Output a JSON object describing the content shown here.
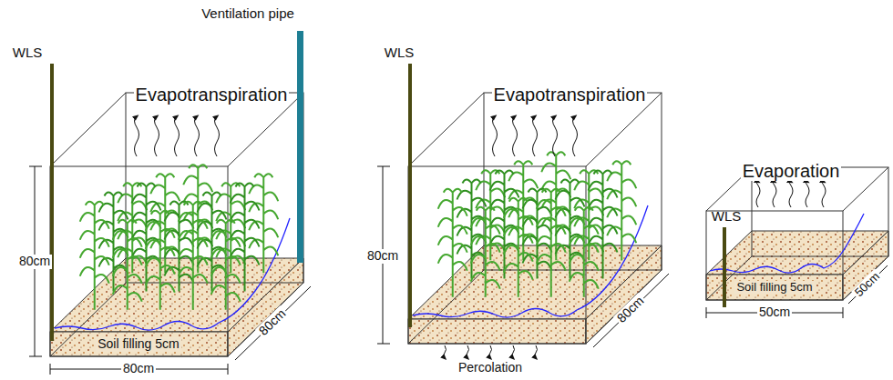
{
  "diagram": {
    "labels": [
      "Ventilation pipe",
      "WLS",
      "Evapotranspiration",
      "80cm",
      "Soil filling 5cm",
      "80cm",
      "80cm",
      "WLS",
      "Evapotranspiration",
      "80cm",
      "80cm",
      "Percolation",
      "WLS",
      "Evaporation",
      "Soil filling 5cm",
      "50cm",
      "50cm"
    ]
  }
}
